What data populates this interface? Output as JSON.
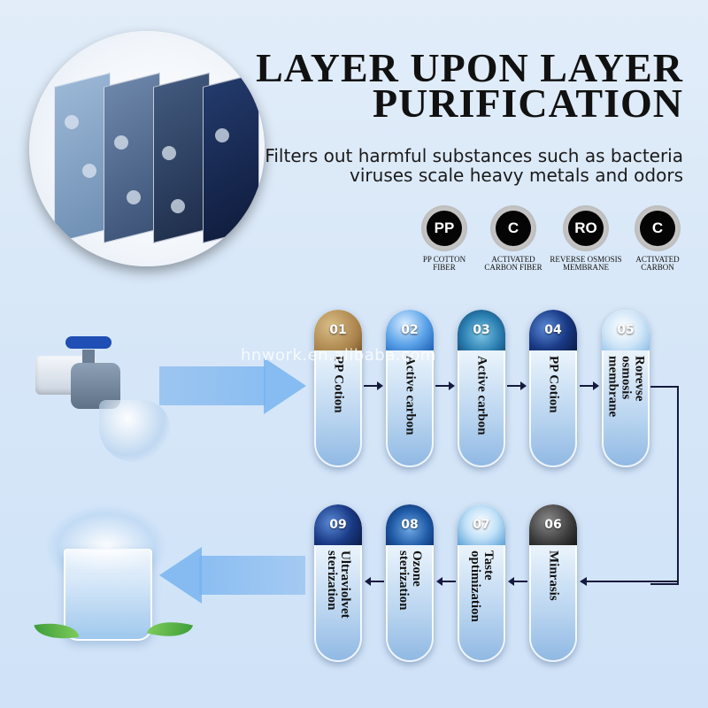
{
  "header": {
    "title_line1": "LAYER UPON LAYER",
    "title_line2": "PURIFICATION",
    "subtitle_line1": "Filters out harmful substances such as bacteria",
    "subtitle_line2": "viruses scale heavy metals and odors"
  },
  "badges": [
    {
      "code": "PP",
      "caption": "PP COTTON\nFIBER"
    },
    {
      "code": "C",
      "caption": "ACTIVATED\nCARBON FIBER"
    },
    {
      "code": "RO",
      "caption": "REVERSE OSMOSIS\nMEMBRANE"
    },
    {
      "code": "C",
      "caption": "ACTIVATED\nCARBON"
    }
  ],
  "stages": [
    {
      "num": "01",
      "label": "PP Cotion"
    },
    {
      "num": "02",
      "label": "Active carbon"
    },
    {
      "num": "03",
      "label": "Active carbon"
    },
    {
      "num": "04",
      "label": "PP Cotion"
    },
    {
      "num": "05",
      "label": "Rorevse\nosmosis\nmembrane"
    },
    {
      "num": "06",
      "label": "Minrasis"
    },
    {
      "num": "07",
      "label": "Taste\noptimization"
    },
    {
      "num": "08",
      "label": "Ozone\nsterization"
    },
    {
      "num": "09",
      "label": "Ultraviolvet\nsterization"
    }
  ],
  "watermark": "hnwork.en.alibaba.com",
  "colors": {
    "background": "#d7e7f8",
    "flow_arrow": "#151a3f",
    "big_arrow": "#78b4f0",
    "badge_core": "#050505"
  },
  "icons": [
    "water-tap-icon",
    "water-glass-icon",
    "filter-layers-icon"
  ]
}
